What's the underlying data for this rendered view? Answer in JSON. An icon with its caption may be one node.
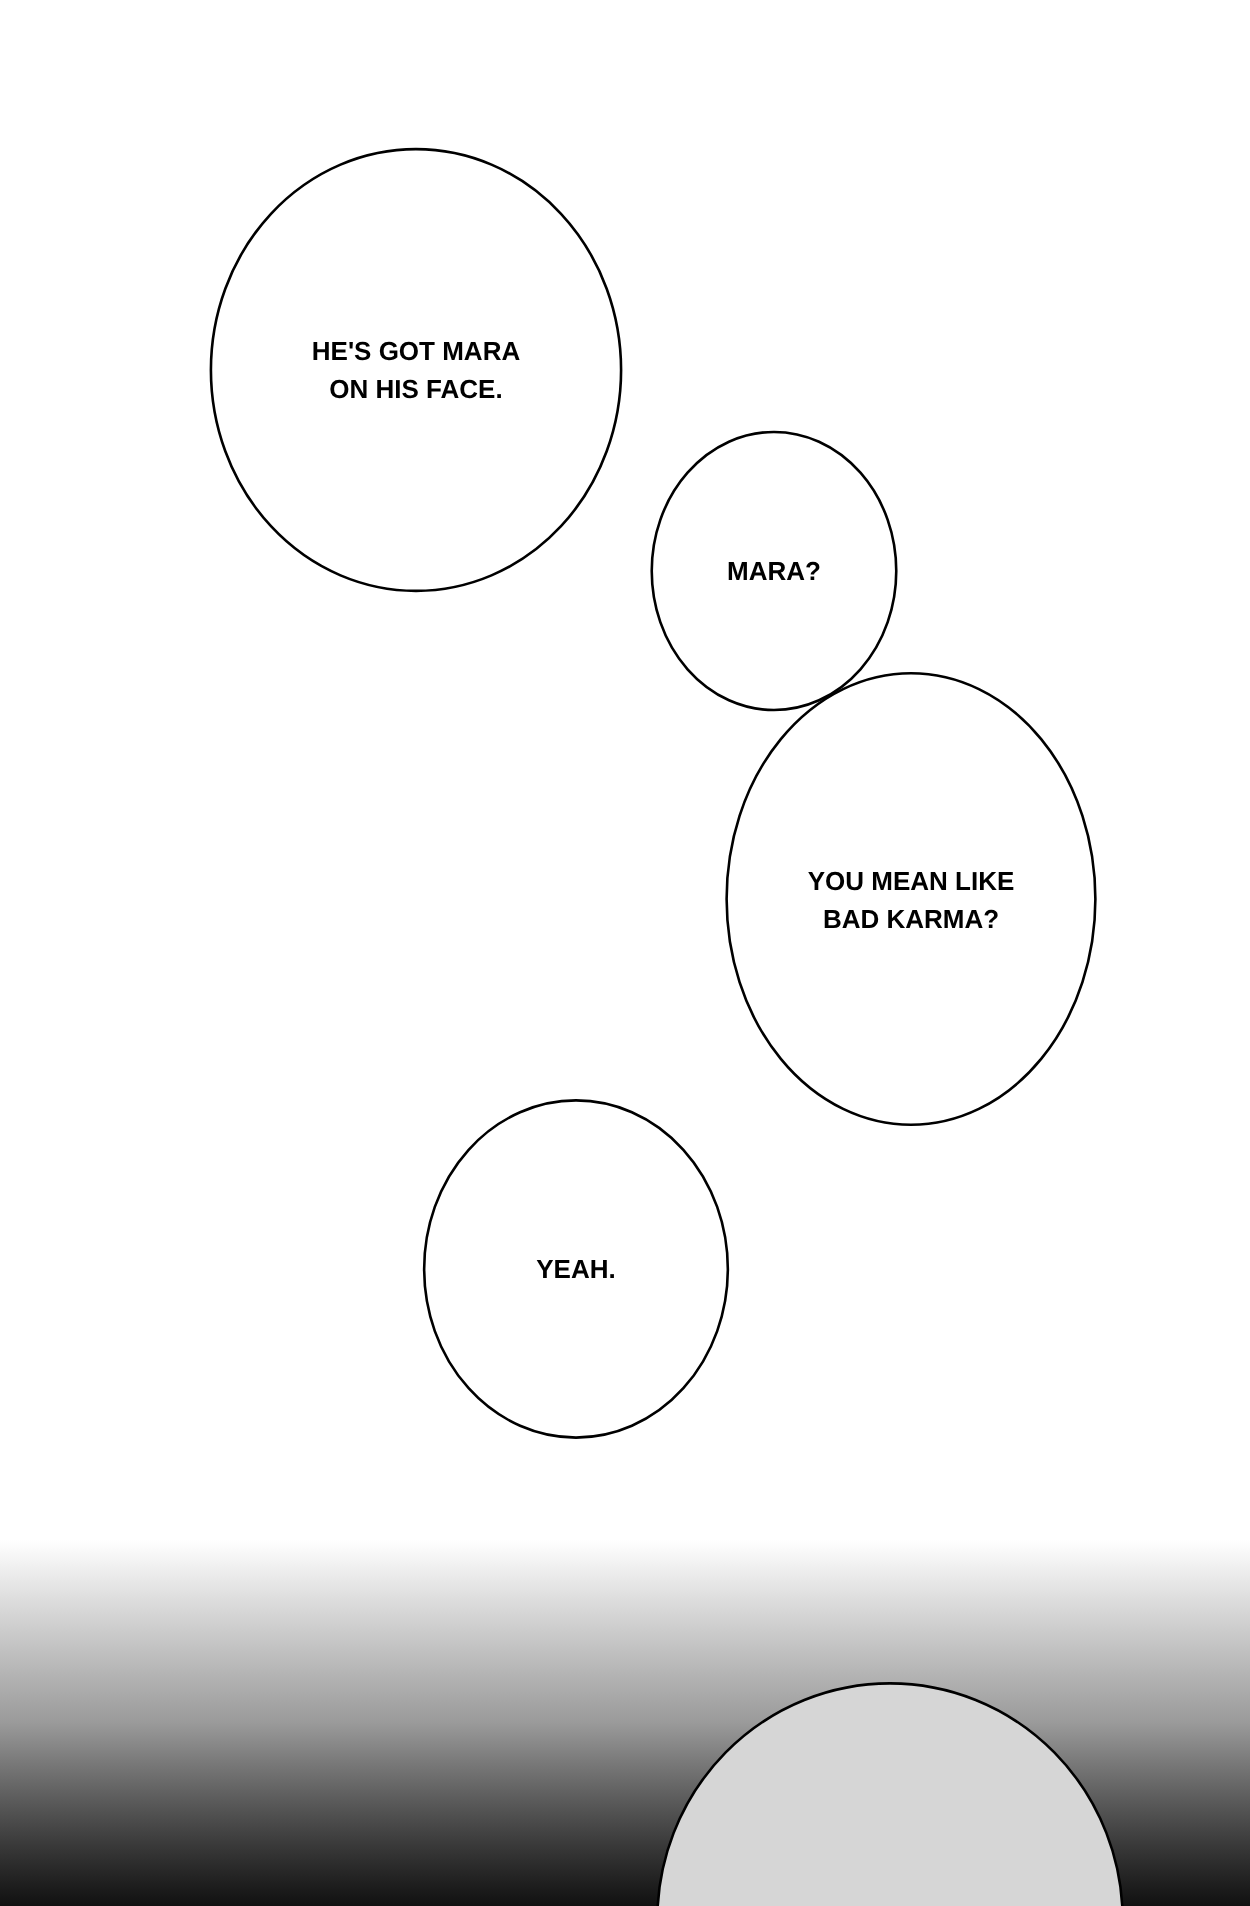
{
  "diagram": {
    "nodes": [
      {
        "text": [
          "HE'S GOT MARA ON HIS FACE."
        ]
      },
      {
        "text": [
          "MARA?"
        ]
      },
      {
        "text": [
          "YOU MEAN LIKE BAD KARMA?"
        ]
      },
      {
        "text": [
          "YEAH."
        ]
      },
      {
        "text": [],
        "shape": "circle"
      }
    ]
  }
}
